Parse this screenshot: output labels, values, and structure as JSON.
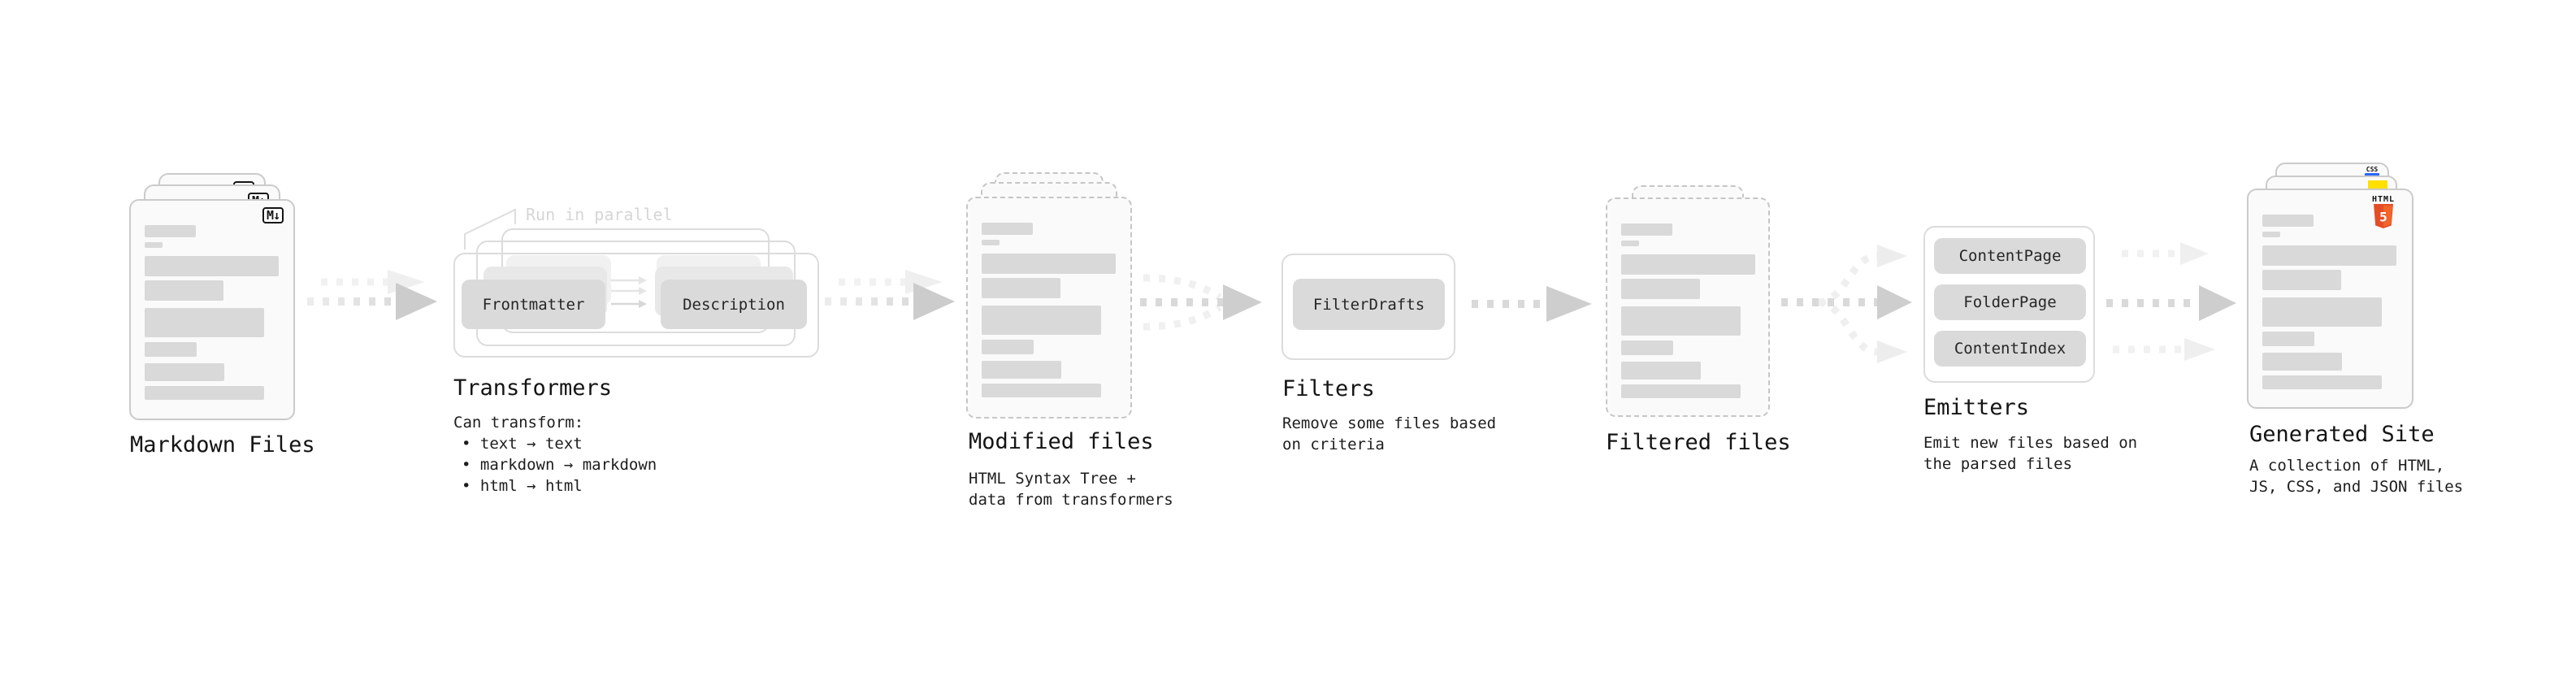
{
  "markdown": {
    "title": "Markdown Files",
    "badge": "M↓"
  },
  "transformers": {
    "title": "Transformers",
    "note": "Run in parallel",
    "pill_left": "Frontmatter",
    "pill_right": "Description",
    "desc_heading": "Can transform:",
    "bullet1": "• text → text",
    "bullet2": "• markdown → markdown",
    "bullet3": "• html → html"
  },
  "modified": {
    "title": "Modified files",
    "desc_line1": "HTML Syntax Tree +",
    "desc_line2": "data from transformers"
  },
  "filters": {
    "title": "Filters",
    "pill": "FilterDrafts",
    "desc_line1": "Remove some files based",
    "desc_line2": "on criteria"
  },
  "filtered": {
    "title": "Filtered files"
  },
  "emitters": {
    "title": "Emitters",
    "pill1": "ContentPage",
    "pill2": "FolderPage",
    "pill3": "ContentIndex",
    "desc_line1": "Emit new files based on",
    "desc_line2": "the parsed files"
  },
  "site": {
    "title": "Generated Site",
    "desc_line1": "A collection of HTML,",
    "desc_line2": "JS, CSS, and JSON files",
    "badge_css": "CSS",
    "badge_html_label": "HTML",
    "badge_html_number": "5"
  },
  "colors": {
    "html5_orange": "#e44d26",
    "html5_orange_light": "#f16529",
    "js_yellow": "#ffe000",
    "css_blue": "#2b66ff"
  }
}
